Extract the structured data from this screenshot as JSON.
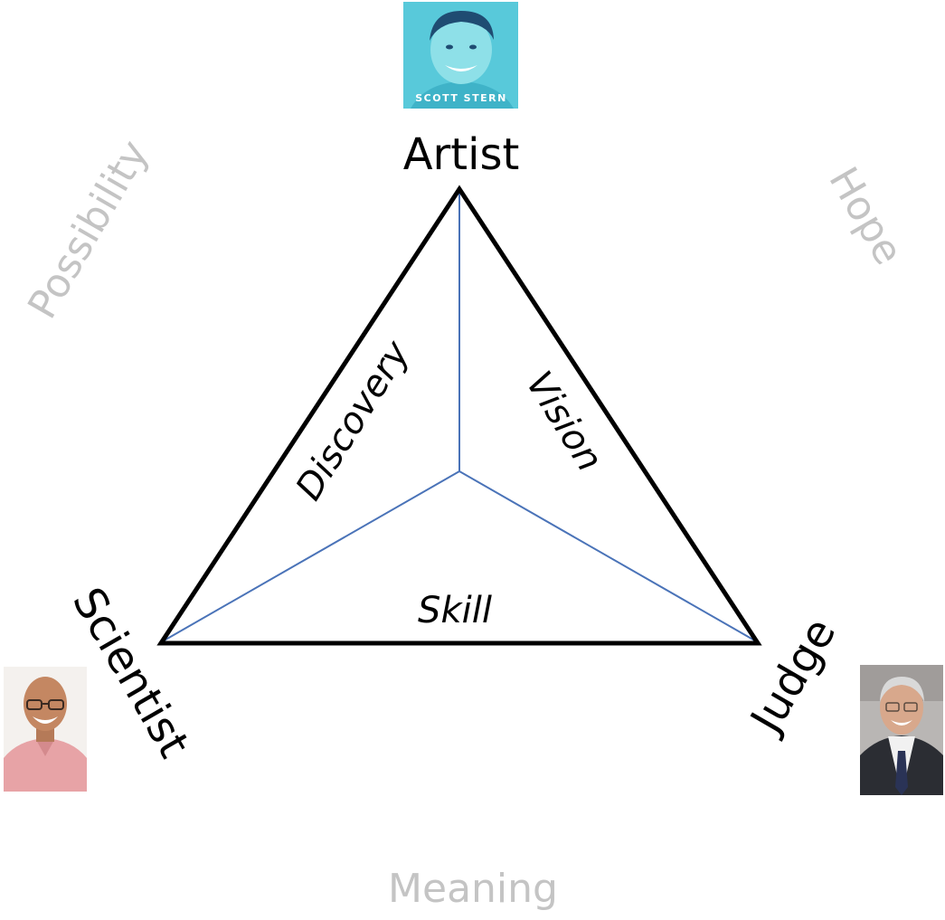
{
  "vertices": {
    "artist": "Artist",
    "scientist": "Scientist",
    "judge": "Judge"
  },
  "edges": {
    "discovery": "Discovery",
    "vision": "Vision",
    "skill": "Skill"
  },
  "outer_words": {
    "possibility": "Possibility",
    "hope": "Hope",
    "meaning": "Meaning"
  },
  "portraits": {
    "artist": {
      "caption": "SCOTT STERN"
    }
  },
  "colors": {
    "triangle_outline": "#000000",
    "inner_lines": "#4a73b8",
    "ghost_text": "#c4c4c4",
    "artist_photo_tint": "#5fd0e0"
  }
}
